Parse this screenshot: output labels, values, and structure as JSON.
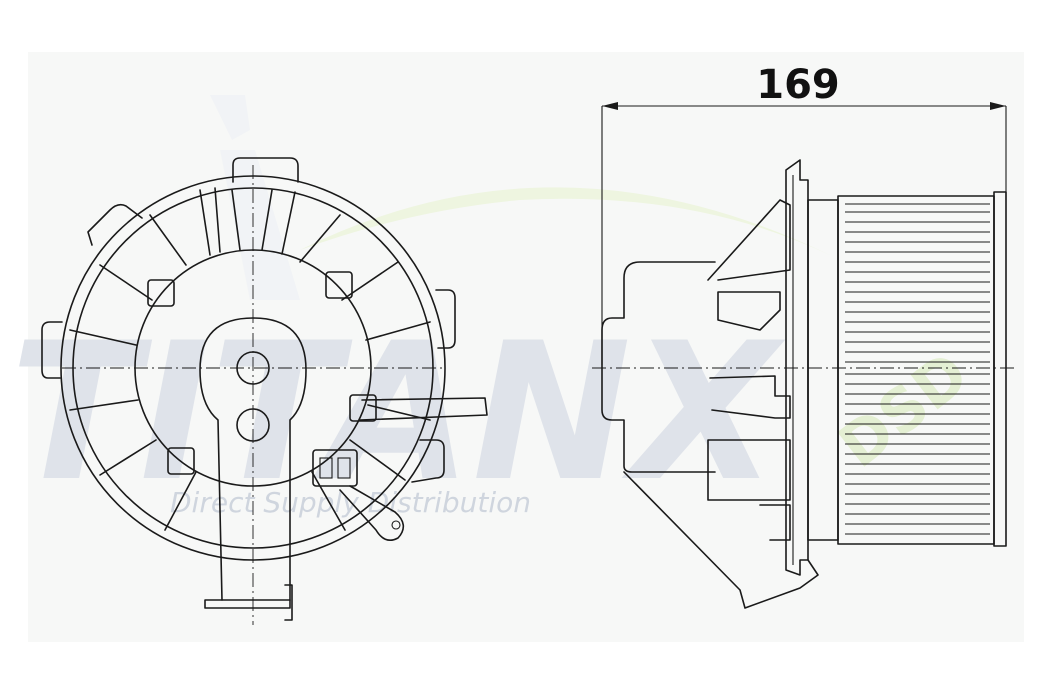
{
  "dimension": {
    "value": "169"
  },
  "watermark": {
    "brand": "TITANX",
    "tagline": "Direct Supply Distribution",
    "badge": "DSD",
    "colors": {
      "brand": "#dfe3ea",
      "accent": "#e4efd3",
      "swoosh": "#eef5e0"
    }
  },
  "views": [
    "front-view",
    "side-view"
  ]
}
